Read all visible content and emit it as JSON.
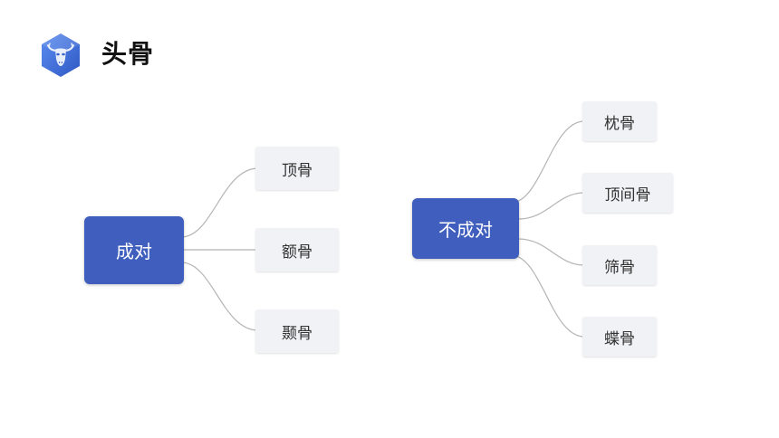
{
  "header": {
    "title": "头骨",
    "icon": "skull-hexagon-icon",
    "icon_color": "#3f6fd8"
  },
  "diagram": {
    "root_color": "#3f5ebd",
    "leaf_color": "#f1f2f5",
    "connector_color": "#b5b5b5",
    "groups": [
      {
        "root": "成对",
        "children": [
          "顶骨",
          "额骨",
          "颞骨"
        ]
      },
      {
        "root": "不成对",
        "children": [
          "枕骨",
          "顶间骨",
          "筛骨",
          "蝶骨"
        ]
      }
    ]
  }
}
